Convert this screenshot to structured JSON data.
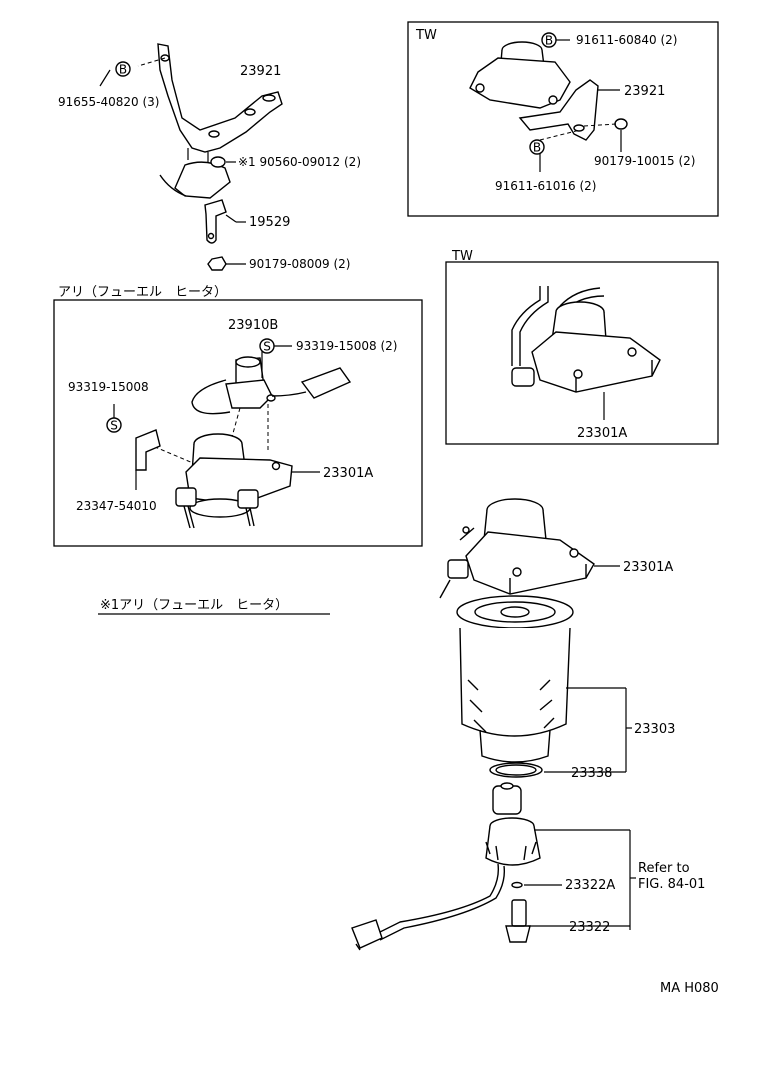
{
  "parts": {
    "p23921_top": "23921",
    "p91655": "91655-40820 (3)",
    "p90560": "※1 90560-09012 (2)",
    "p19529": "19529",
    "p90179_08009": "90179-08009 (2)",
    "p23910b": "23910B",
    "p93319_right": "93319-15008 (2)",
    "p93319_left": "93319-15008",
    "p23301a_left": "23301A",
    "p23347": "23347-54010",
    "tw_box_1": "TW",
    "p91611_60840": "91611-60840 (2)",
    "p23921_tw": "23921",
    "p90179_10015": "90179-10015 (2)",
    "p91611_61016": "91611-61016 (2)",
    "tw_box_2": "TW",
    "p23301a_tw": "23301A",
    "p23301a_main": "23301A",
    "p23303": "23303",
    "p23338": "23338",
    "p23322a": "23322A",
    "p23322": "23322",
    "refer_line1": "Refer to",
    "refer_line2": "FIG. 84-01"
  },
  "headings": {
    "heater_box": "アリ（フューエル　ヒータ）",
    "note1": "※1アリ（フューエル　ヒータ）"
  },
  "markers": {
    "bolt": "B",
    "screw": "S"
  },
  "footer_code": "MA H080"
}
